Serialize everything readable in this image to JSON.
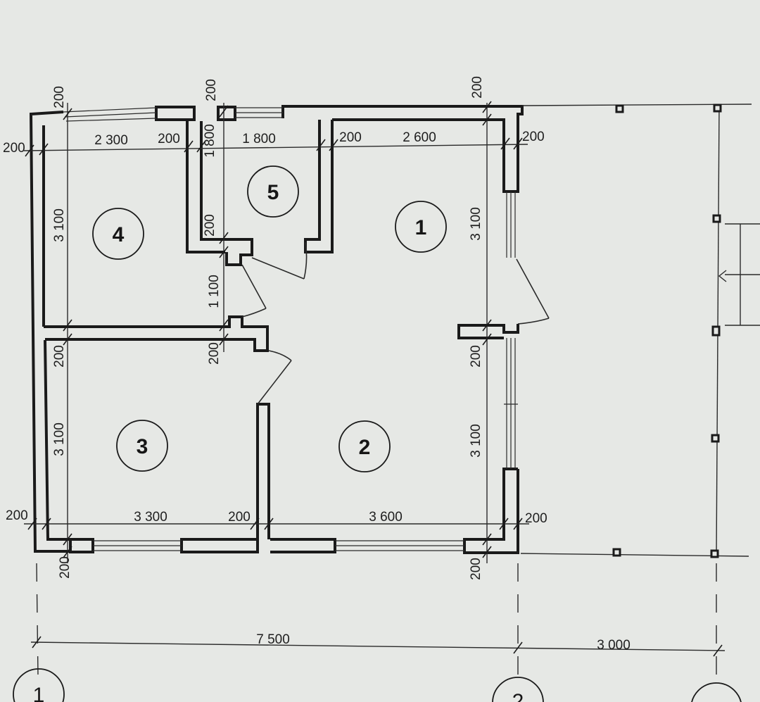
{
  "rooms": [
    {
      "number": "1"
    },
    {
      "number": "2"
    },
    {
      "number": "3"
    },
    {
      "number": "4"
    },
    {
      "number": "5"
    }
  ],
  "dimensions": {
    "top_left_ext": "200",
    "top_2300": "2 300",
    "top_200a": "200",
    "top_1800": "1 800",
    "top_200b": "200",
    "top_2600": "2 600",
    "top_right_ext": "200",
    "top_wall_left": "200",
    "top_wall_mid": "200",
    "top_wall_right": "200",
    "left_3100_upper": "3 100",
    "left_200": "200",
    "left_3100_lower": "3 100",
    "mid_1800": "1 800",
    "mid_200_upper": "200",
    "mid_1100": "1 100",
    "mid_200_lower": "200",
    "right_3100_upper": "3 100",
    "right_200": "200",
    "right_3100_lower": "3 100",
    "bottom_left_ext": "200",
    "bottom_3300": "3 300",
    "bottom_200": "200",
    "bottom_3600": "3 600",
    "bottom_right_ext": "200",
    "bottom_wall_left": "200",
    "bottom_wall_right": "200",
    "overall_7500": "7 500",
    "overall_3000": "3 000"
  },
  "axes": [
    {
      "label": "1"
    },
    {
      "label": "2"
    },
    {
      "label": ""
    }
  ]
}
